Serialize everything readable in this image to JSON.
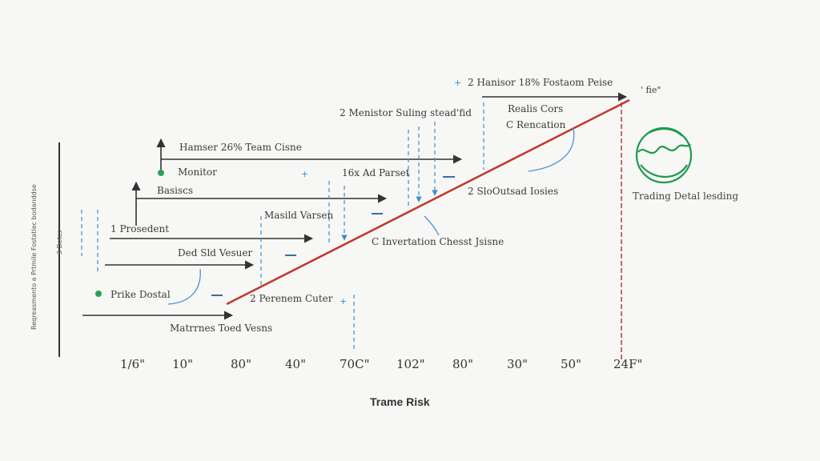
{
  "axis": {
    "title": "Trame Risk",
    "ticks": [
      "1/6\"",
      "10\"",
      "80\"",
      "40\"",
      "70C\"",
      "102\"",
      "80\"",
      "30\"",
      "50\"",
      "24F\""
    ],
    "vertical_label_1": "Reqreasmento a Prtmile Fostatlec bodanddse",
    "vertical_label_2": "3 Detcs"
  },
  "labels": {
    "hanisor_peak": "2 Hanisor 18% Fostaom Peise",
    "corner_mark": "' fie\"",
    "monitor_sling": "2 Menistor Suling stead'fid",
    "realis_cors": "Realis Cors",
    "c_renovation": "C Rencation",
    "hamsier_team": "Hamser 26% Team Cisne",
    "monitor": "Monitor",
    "add_parset": "16x Ad Parset",
    "basics": "Basiscs",
    "slioutsad": "2 SloOutsad Iosies",
    "trading_detail": "Trading Detal lesding",
    "masild_varnen": "Masild Varsen",
    "proseddent": "1 Prosedent",
    "inventation": "C Invertation Chesst Jsisne",
    "ded_slid": "Ded Sld Vesuer",
    "prike_dostal": "Prike Dostal",
    "perenem_cutter": "2 Perenem Cuter",
    "matrrnes_toed": "Matrrnes Toed Vesns"
  },
  "colors": {
    "trend_line": "#c0392b",
    "arrow": "#333333",
    "dashed_guides": "#3a8fd0",
    "accent_green": "#2aa05a",
    "curve_blue": "#4a90d9",
    "logo_green": "#1e9a4e"
  },
  "icons": {
    "logo": "trading-chart-globe-icon"
  }
}
